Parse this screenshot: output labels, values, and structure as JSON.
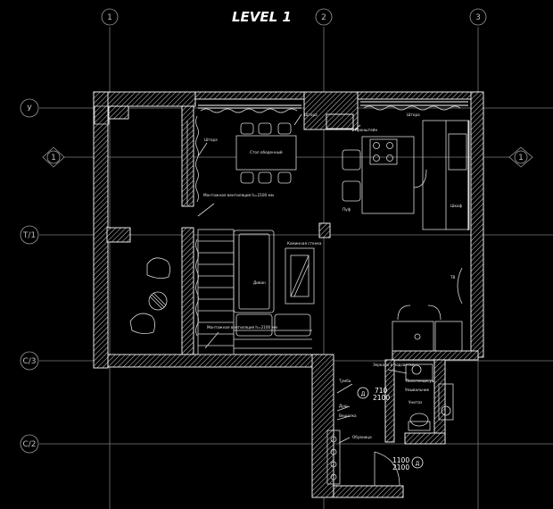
{
  "title": "LEVEL 1",
  "axes_top": [
    "1",
    "2",
    "3"
  ],
  "axes_left": [
    "У",
    "Т/1",
    "С/3",
    "С/2"
  ],
  "section_markers": [
    "1",
    "1"
  ],
  "room_labels": {
    "table": "Стол обеденный",
    "curtain_left": "Штора",
    "curtain_top": "Штора",
    "curtain_right": "Штора",
    "wardrobe": "Шкаф",
    "brackets": "Кронштейн",
    "mount1": "Монтажная вентиляция h=2100 мм",
    "mount2": "Монтажная вентиляция h=2100 мм",
    "sofa": "Диван",
    "fireplace": "Каминная стенка",
    "mirror": "Зеркало в подсветке",
    "towel": "Полотенцесуш.",
    "shelf": "Тумба",
    "washbasin": "Умывальник",
    "shower": "Душ",
    "unitaz": "Унитаз",
    "coats": "Вешалка",
    "boots": "Обувница",
    "bench": "Пуф",
    "tv": "ТВ"
  },
  "door_tags": {
    "d1_id": "Д",
    "d1_size": "710",
    "d1_h": "2100",
    "d2_id": "Д",
    "d2_size": "1100",
    "d2_h": "2100"
  }
}
